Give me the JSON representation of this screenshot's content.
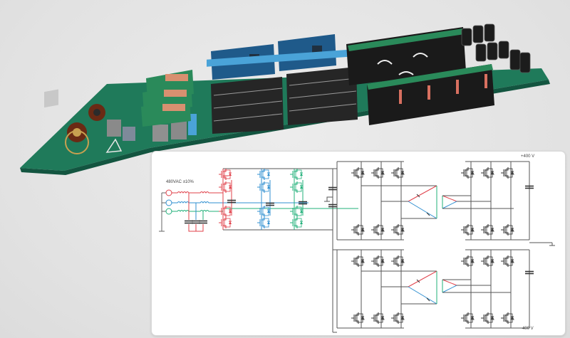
{
  "figure": {
    "photo": {
      "subject": "Three-phase power converter PCB with gate driver daughter boards, MOSFET power stages, transformers and electrolytic capacitors"
    },
    "schematic": {
      "input_label": "480VAC ±10%",
      "dc_pos_label": "+400 V",
      "dc_neg_label": "-400 V",
      "phase_colors": {
        "phase_a": "#e0404a",
        "phase_b": "#2f8fd0",
        "phase_c": "#22b07a"
      },
      "wire_color": "#555555"
    }
  }
}
